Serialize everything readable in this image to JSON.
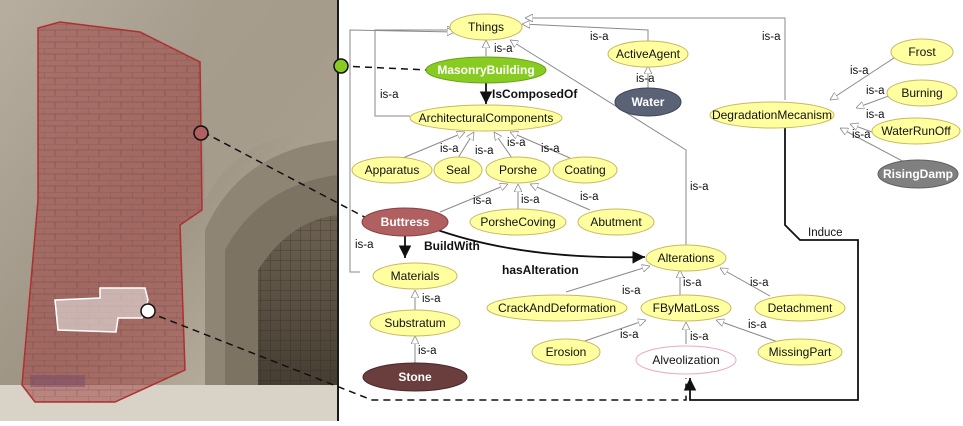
{
  "colors": {
    "node_fill": "#ffffa0",
    "node_stroke": "#c8b860",
    "masonry": "#88cc22",
    "water": "#5a6276",
    "buttress": "#b06060",
    "stone": "#6b3e3e",
    "risingdamp": "#808080",
    "alveolization_stroke": "#e8a8c8",
    "edge": "#8a8a8a",
    "photo_overlay": "#a04444"
  },
  "photo": {
    "description_icon": "church-buttress-photo"
  },
  "nodes": {
    "things": "Things",
    "masonry": "MasonryBuilding",
    "activeagent": "ActiveAgent",
    "water": "Water",
    "archcomp": "ArchitecturalComponents",
    "apparatus": "Apparatus",
    "seal": "Seal",
    "porshe": "Porshe",
    "coating": "Coating",
    "buttress": "Buttress",
    "porshecoving": "PorsheCoving",
    "abutment": "Abutment",
    "materials": "Materials",
    "substratum": "Substratum",
    "stone": "Stone",
    "alterations": "Alterations",
    "crack": "CrackAndDeformation",
    "fbymat": "FByMatLoss",
    "detachment": "Detachment",
    "erosion": "Erosion",
    "alveolization": "Alveolization",
    "missingpart": "MissingPart",
    "degradation": "DegradationMecanism",
    "frost": "Frost",
    "burning": "Burning",
    "waterrunoff": "WaterRunOff",
    "risingdamp": "RisingDamp"
  },
  "edge_labels": {
    "isa": "is-a",
    "iscomposedof": "IsComposedOf",
    "buildwith": "BuildWith",
    "hasalteration": "hasAlteration",
    "induce": "Induce"
  }
}
